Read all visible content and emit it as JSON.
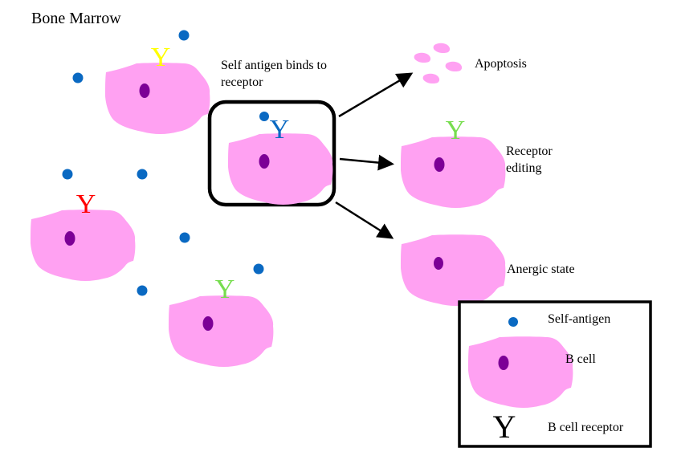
{
  "title": "Bone Marrow",
  "process_label": "Self antigen binds to receptor",
  "process_label_lines": [
    "Self antigen binds to",
    "receptor"
  ],
  "colors": {
    "cell": "#ffa1f2",
    "nucleus": "#7c0096",
    "antigen": "#0a69c2",
    "receptor_yellow": "#ffff00",
    "receptor_red": "#ff0000",
    "receptor_green": "#77dd4f",
    "receptor_blue": "#0a69c2",
    "receptor_black": "#000000"
  },
  "outcomes": [
    {
      "name": "apoptosis",
      "label": "Apoptosis"
    },
    {
      "name": "receptor-editing",
      "label_lines": [
        "Receptor",
        "editing"
      ]
    },
    {
      "name": "anergic-state",
      "label": "Anergic state"
    }
  ],
  "legend": {
    "items": [
      {
        "symbol": "self-antigen",
        "label": "Self-antigen"
      },
      {
        "symbol": "b-cell",
        "label": "B cell"
      },
      {
        "symbol": "b-cell-receptor",
        "label": "B cell receptor"
      }
    ]
  },
  "receptor_glyph": "Y"
}
